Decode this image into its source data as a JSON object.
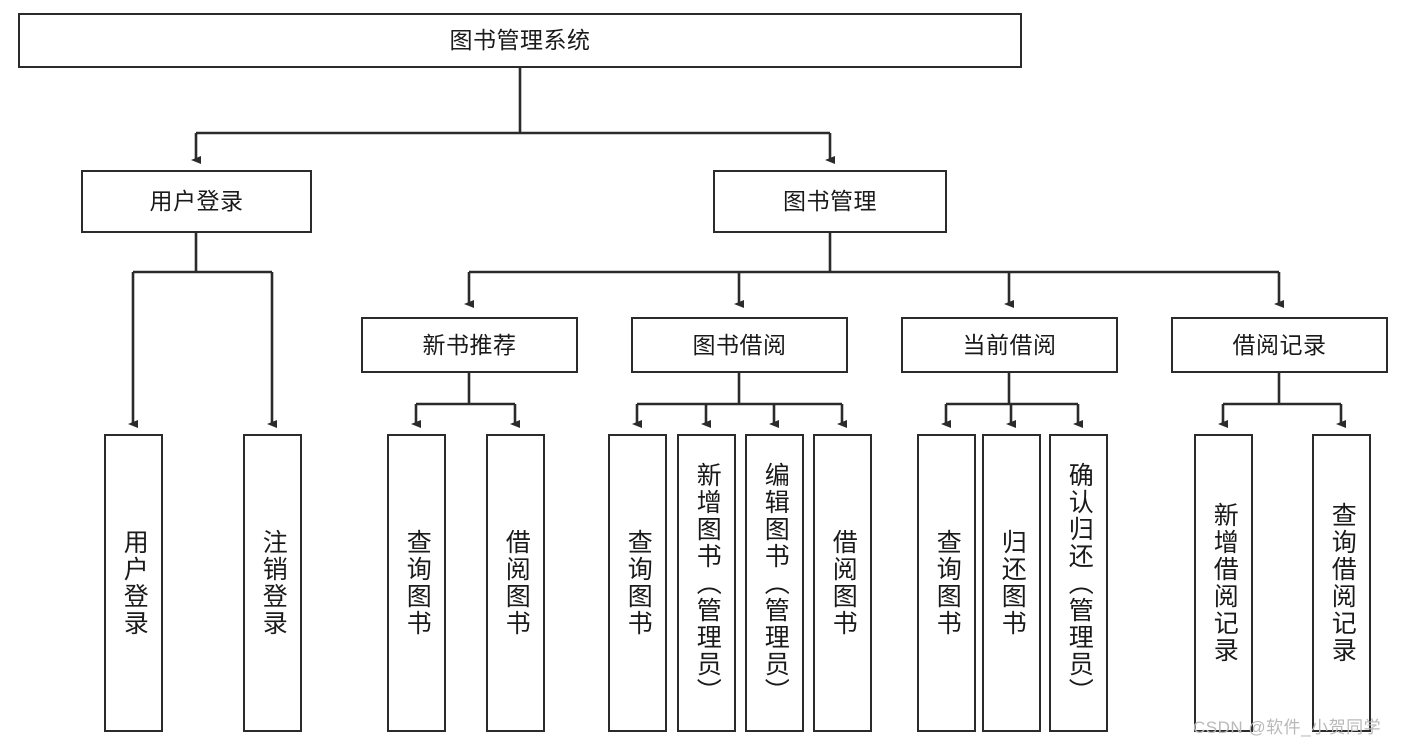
{
  "diagram": {
    "title": "图书管理系统",
    "type": "tree",
    "watermark": "CSDN @软件_小贺同学",
    "colors": {
      "border": "#2b2b2b",
      "background": "#ffffff",
      "text": "#1a1a1a",
      "watermark": "#b9b9b9"
    },
    "nodes": {
      "root": {
        "label": "图书管理系统"
      },
      "level2": [
        {
          "label": "用户登录"
        },
        {
          "label": "图书管理"
        }
      ],
      "level3": [
        {
          "label": "新书推荐"
        },
        {
          "label": "图书借阅"
        },
        {
          "label": "当前借阅"
        },
        {
          "label": "借阅记录"
        }
      ],
      "leaves_user_login": [
        {
          "label": "用户登录"
        },
        {
          "label": "注销登录"
        }
      ],
      "leaves_new_book": [
        {
          "label": "查询图书"
        },
        {
          "label": "借阅图书"
        }
      ],
      "leaves_borrow": [
        {
          "label": "查询图书"
        },
        {
          "label": "新增图书（管理员）"
        },
        {
          "label": "编辑图书（管理员）"
        },
        {
          "label": "借阅图书"
        }
      ],
      "leaves_current": [
        {
          "label": "查询图书"
        },
        {
          "label": "归还图书"
        },
        {
          "label": "确认归还（管理员）"
        }
      ],
      "leaves_record": [
        {
          "label": "新增借阅记录"
        },
        {
          "label": "查询借阅记录"
        }
      ]
    }
  }
}
